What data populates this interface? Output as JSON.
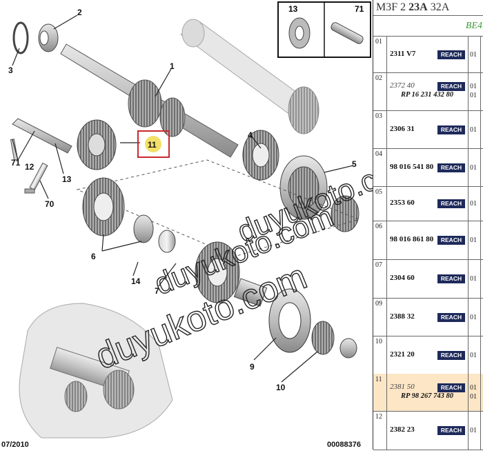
{
  "diagram": {
    "callouts": [
      "1",
      "2",
      "3",
      "4",
      "5",
      "6",
      "7",
      "9",
      "10",
      "11",
      "12",
      "13",
      "14",
      "70",
      "71"
    ],
    "inset_labels": [
      "13",
      "71"
    ],
    "date": "07/2010",
    "figure_number": "00088376",
    "watermarks": [
      "duyukoto.com",
      "duyukoto.com",
      "duyukoto.com"
    ],
    "highlight_color": "#c8282a",
    "callout_fill": "#f3e06a"
  },
  "header": {
    "prefix": "M3F 2 ",
    "bold": "23A",
    "suffix": " 32A",
    "sub": "BE4"
  },
  "rows": [
    {
      "num": "01",
      "ref": "2311 V7",
      "italic": false,
      "reach": "REACH",
      "qty": "01",
      "rp": "",
      "qty2": ""
    },
    {
      "num": "02",
      "ref": "2372 40",
      "italic": true,
      "reach": "REACH",
      "qty": "01",
      "rp": "RP 16 231 432 80",
      "qty2": "01"
    },
    {
      "num": "03",
      "ref": "2306 31",
      "italic": false,
      "reach": "REACH",
      "qty": "01",
      "rp": "",
      "qty2": ""
    },
    {
      "num": "04",
      "ref": "98 016 541 80",
      "italic": false,
      "reach": "REACH",
      "qty": "01",
      "rp": "",
      "qty2": ""
    },
    {
      "num": "05",
      "ref": "2353 60",
      "italic": false,
      "reach": "REACH",
      "qty": "01",
      "rp": "",
      "qty2": ""
    },
    {
      "num": "06",
      "ref": "98 016 861 80",
      "italic": false,
      "reach": "REACH",
      "qty": "01",
      "rp": "",
      "qty2": ""
    },
    {
      "num": "07",
      "ref": "2304 60",
      "italic": false,
      "reach": "REACH",
      "qty": "01",
      "rp": "",
      "qty2": ""
    },
    {
      "num": "09",
      "ref": "2388 32",
      "italic": false,
      "reach": "REACH",
      "qty": "01",
      "rp": "",
      "qty2": ""
    },
    {
      "num": "10",
      "ref": "2321 20",
      "italic": false,
      "reach": "REACH",
      "qty": "01",
      "rp": "",
      "qty2": ""
    },
    {
      "num": "11",
      "ref": "2381 50",
      "italic": true,
      "reach": "REACH",
      "qty": "01",
      "rp": "RP 98 267 743 80",
      "qty2": "01",
      "highlight": true
    },
    {
      "num": "12",
      "ref": "2382 23",
      "italic": false,
      "reach": "REACH",
      "qty": "01",
      "rp": "",
      "qty2": ""
    }
  ]
}
